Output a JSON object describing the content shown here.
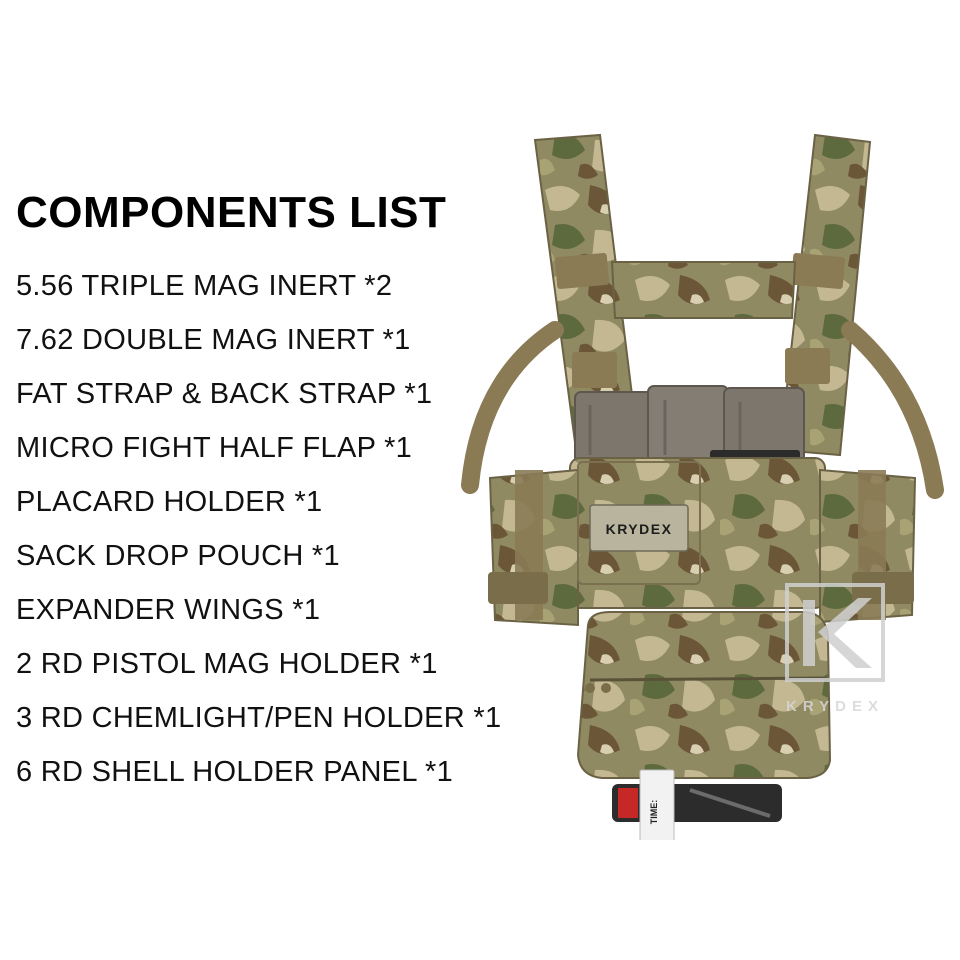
{
  "heading": "COMPONENTS LIST",
  "components": [
    "5.56 TRIPLE MAG INERT *2",
    "7.62 DOUBLE MAG INERT *1",
    "FAT STRAP & BACK STRAP *1",
    "MICRO FIGHT HALF FLAP *1",
    "PLACARD HOLDER *1",
    "SACK DROP POUCH *1",
    "EXPANDER WINGS *1",
    "2 RD PISTOL MAG HOLDER *1",
    "3 RD CHEMLIGHT/PEN HOLDER *1",
    "6 RD SHELL HOLDER PANEL *1"
  ],
  "placard_label": "KRYDEX",
  "tourniquet_label": "TIME:",
  "watermark_text": "KRYDEX",
  "colors": {
    "camo_base": "#8f8a62",
    "camo_light": "#c3b892",
    "camo_brown": "#6b5638",
    "camo_green": "#5d6a3e",
    "coyote_webbing": "#8a7b55",
    "magazine": "#7d766d"
  }
}
